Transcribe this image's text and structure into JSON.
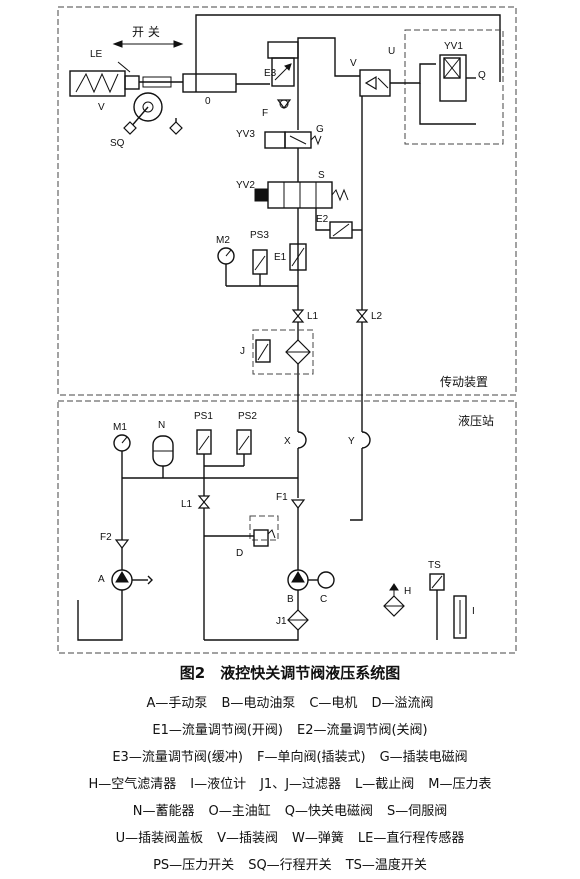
{
  "header_arrow_label": "开 关",
  "sections": {
    "transmission": "传动装置",
    "hydraulic_station": "液压站"
  },
  "labels": {
    "LE": "LE",
    "V_left": "V",
    "SQ": "SQ",
    "O": "0",
    "E3": "E3",
    "F_top": "F",
    "V_right": "V",
    "U": "U",
    "YV1": "YV1",
    "Q": "Q",
    "YV3": "YV3",
    "G": "G",
    "YV2": "YV2",
    "S": "S",
    "E2": "E2",
    "M2": "M2",
    "PS3": "PS3",
    "E1": "E1",
    "L1_top": "L1",
    "L2": "L2",
    "J": "J",
    "X": "X",
    "Y": "Y",
    "M1": "M1",
    "N": "N",
    "PS1": "PS1",
    "PS2": "PS2",
    "L1_bottom": "L1",
    "F1": "F1",
    "F2": "F2",
    "D": "D",
    "A": "A",
    "B": "B",
    "C": "C",
    "J1": "J1",
    "TS": "TS",
    "H": "H",
    "I": "I"
  },
  "caption": "图2　液控快关调节阀液压系统图",
  "legend_rows": [
    [
      "A—手动泵",
      "B—电动油泵",
      "C—电机",
      "D—溢流阀"
    ],
    [
      "E1—流量调节阀(开阀)",
      "E2—流量调节阀(关阀)"
    ],
    [
      "E3—流量调节阀(缓冲)",
      "F—单向阀(插装式)",
      "G—插装电磁阀"
    ],
    [
      "H—空气滤清器",
      "I—液位计",
      "J1、J—过滤器",
      "L—截止阀",
      "M—压力表"
    ],
    [
      "N—蓄能器",
      "O—主油缸",
      "Q—快关电磁阀",
      "S—伺服阀"
    ],
    [
      "U—插装阀盖板",
      "V—插装阀",
      "W—弹簧",
      "LE—直行程传感器"
    ],
    [
      "PS—压力开关",
      "SQ—行程开关",
      "TS—温度开关"
    ]
  ]
}
